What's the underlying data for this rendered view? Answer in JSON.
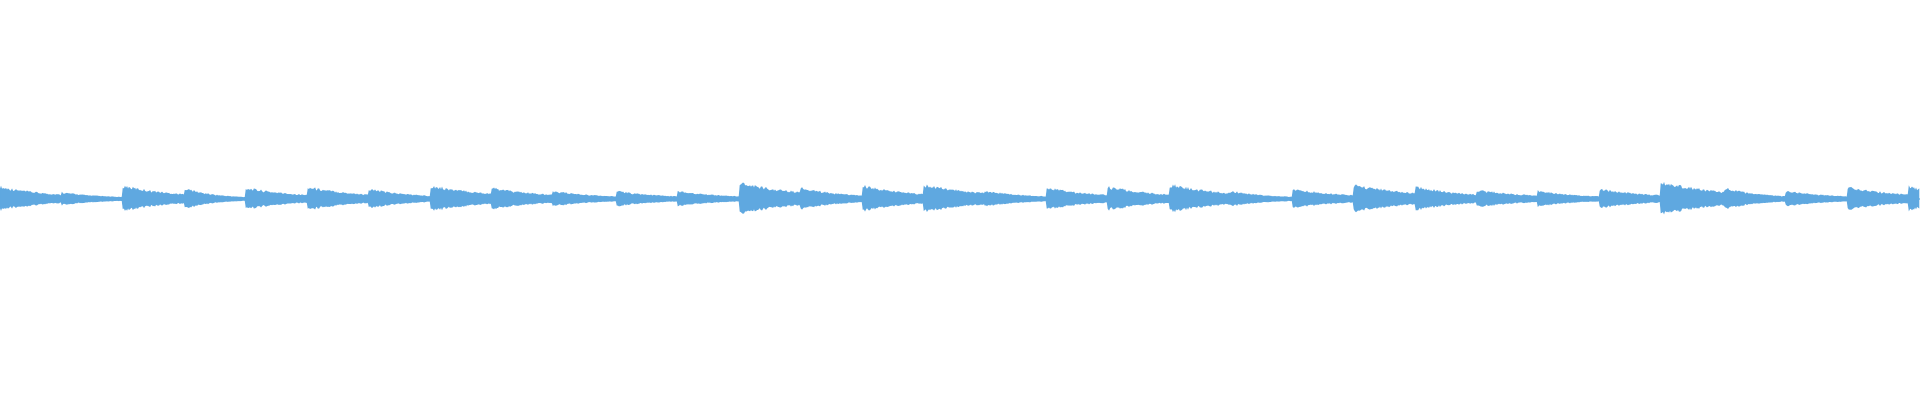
{
  "waveform": {
    "color": "#5fa8e0",
    "note_onsets_fraction": [
      0.0,
      0.032,
      0.064,
      0.096,
      0.128,
      0.16,
      0.192,
      0.224,
      0.256,
      0.288,
      0.321,
      0.353,
      0.385,
      0.417,
      0.449,
      0.481,
      0.513,
      0.545,
      0.577,
      0.609,
      0.641,
      0.673,
      0.705,
      0.737,
      0.769,
      0.801,
      0.833,
      0.865,
      0.898,
      0.93,
      0.962,
      0.994
    ],
    "note_peaks": [
      0.5,
      0.25,
      0.55,
      0.45,
      0.45,
      0.5,
      0.4,
      0.55,
      0.45,
      0.3,
      0.3,
      0.3,
      0.7,
      0.45,
      0.55,
      0.6,
      0.3,
      0.45,
      0.5,
      0.6,
      0.3,
      0.4,
      0.6,
      0.5,
      0.35,
      0.3,
      0.4,
      0.75,
      0.45,
      0.3,
      0.5,
      0.5
    ],
    "note_decay": [
      0.3,
      0.2,
      0.3,
      0.15,
      0.3,
      0.3,
      0.25,
      0.35,
      0.3,
      0.25,
      0.25,
      0.25,
      0.35,
      0.25,
      0.3,
      0.35,
      0.25,
      0.3,
      0.3,
      0.35,
      0.2,
      0.3,
      0.35,
      0.3,
      0.3,
      0.25,
      0.3,
      0.35,
      0.2,
      0.25,
      0.3,
      0.3
    ]
  }
}
